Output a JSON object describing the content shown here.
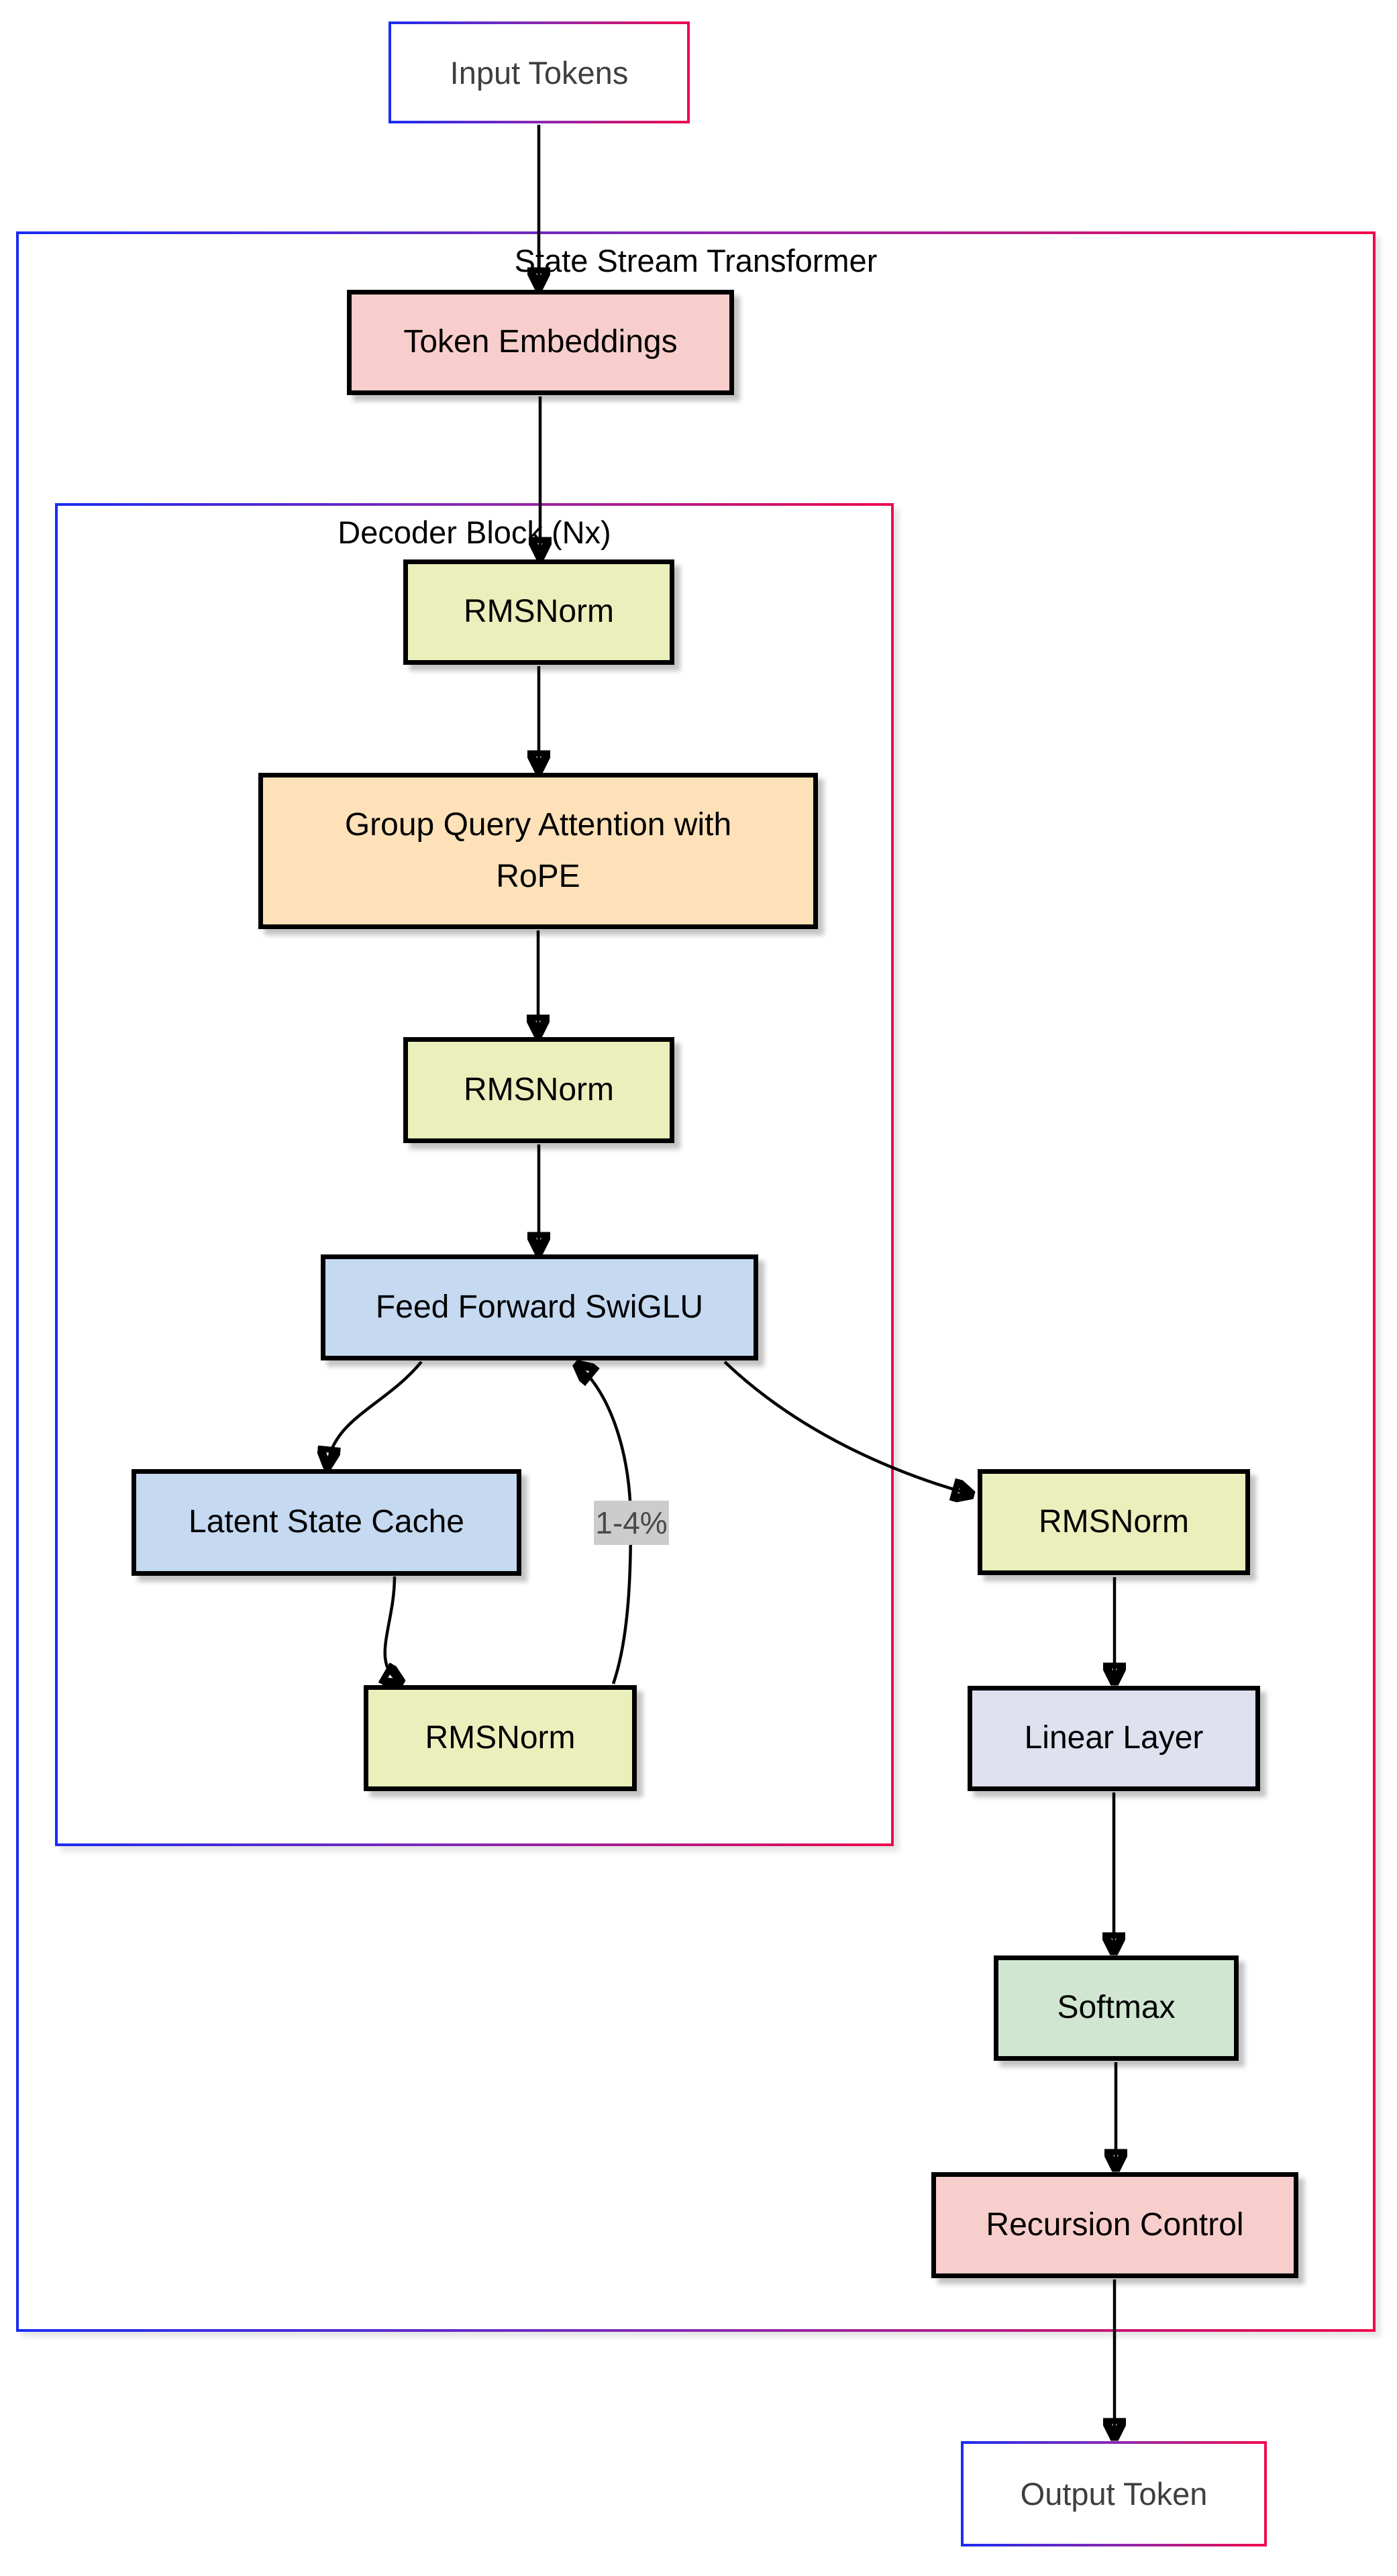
{
  "diagram_title": "State Stream Transformer",
  "containers": {
    "outer": {
      "label": "State Stream Transformer"
    },
    "decoder": {
      "label": "Decoder Block (Nx)"
    }
  },
  "nodes": {
    "input_tokens": {
      "label": "Input Tokens",
      "fill": "#ffffff"
    },
    "token_embeddings": {
      "label": "Token Embeddings",
      "fill": "#f8cecc"
    },
    "rmsnorm_1": {
      "label": "RMSNorm",
      "fill": "#ebefbc"
    },
    "gqa": {
      "line1": "Group Query Attention with",
      "line2": "RoPE",
      "fill": "#fee1b8"
    },
    "rmsnorm_2": {
      "label": "RMSNorm",
      "fill": "#ebefbc"
    },
    "ffn": {
      "label": "Feed Forward SwiGLU",
      "fill": "#c5d9f1"
    },
    "latent_cache": {
      "label": "Latent State Cache",
      "fill": "#c5d9f1"
    },
    "rmsnorm_3": {
      "label": "RMSNorm",
      "fill": "#ebefbc"
    },
    "rmsnorm_right": {
      "label": "RMSNorm",
      "fill": "#ebefbc"
    },
    "linear_layer": {
      "label": "Linear Layer",
      "fill": "#dfe1ef"
    },
    "softmax": {
      "label": "Softmax",
      "fill": "#d0e6d1"
    },
    "recursion_control": {
      "label": "Recursion Control",
      "fill": "#f8cecc"
    },
    "output_token": {
      "label": "Output Token",
      "fill": "#ffffff"
    }
  },
  "edges": {
    "cache_update_label": "1-4%"
  },
  "colors": {
    "gradient_border_start": "#1b2cf2",
    "gradient_border_mid": "#8e27ae",
    "gradient_border_end": "#ee0a4e",
    "node_border": "#000000",
    "edge_stroke": "#000000",
    "edge_label_bg": "#cccccc",
    "edge_label_text": "#4a4a4a"
  }
}
